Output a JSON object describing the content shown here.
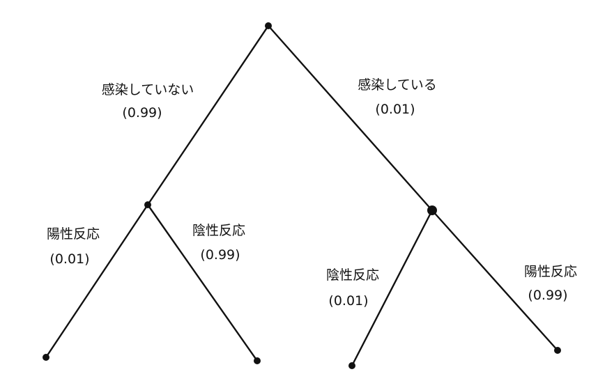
{
  "tree": {
    "branches": {
      "not_infected": {
        "label": "感染していない",
        "prob": "(0.99)"
      },
      "infected": {
        "label": "感染している",
        "prob": "(0.01)"
      },
      "not_infected_positive": {
        "label": "陽性反応",
        "prob": "(0.01)"
      },
      "not_infected_negative": {
        "label": "陰性反応",
        "prob": "(0.99)"
      },
      "infected_negative": {
        "label": "陰性反応",
        "prob": "(0.01)"
      },
      "infected_positive": {
        "label": "陽性反応",
        "prob": "(0.99)"
      }
    },
    "colors": {
      "line": "#111111",
      "text": "#111111",
      "background": "#ffffff"
    }
  }
}
